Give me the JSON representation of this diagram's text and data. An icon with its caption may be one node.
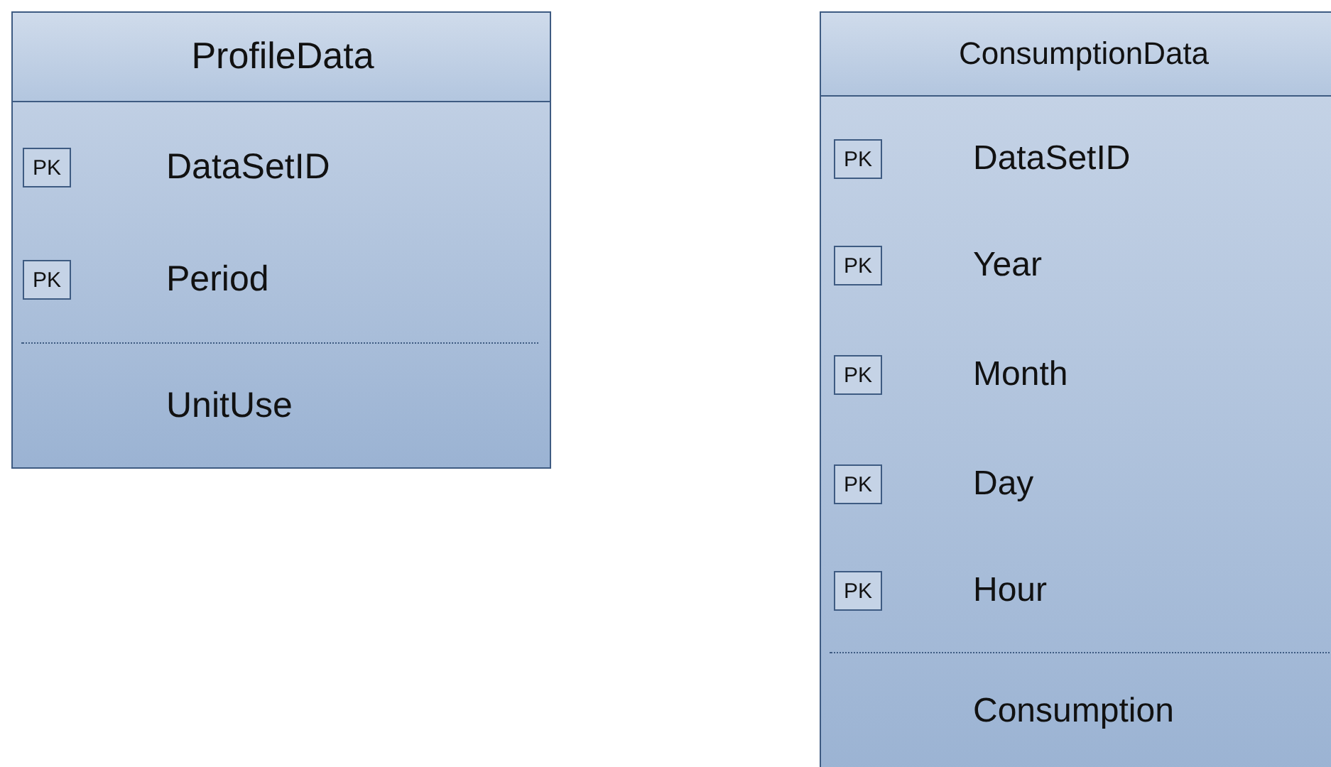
{
  "diagram": {
    "nodes": [
      {
        "text": [
          "ProfileData",
          "DataSetID",
          "Period",
          "UnitUse"
        ]
      },
      {
        "text": [
          "PK"
        ],
        "in": 0
      },
      {
        "text": [
          "PK"
        ],
        "in": 0
      },
      {
        "text": [
          "ConsumptionData",
          "DataSetID",
          "Year",
          "Month",
          "Day",
          "Hour",
          "Consumption"
        ]
      },
      {
        "text": [
          "PK"
        ],
        "in": 3
      },
      {
        "text": [
          "PK"
        ],
        "in": 3
      },
      {
        "text": [
          "PK"
        ],
        "in": 3
      },
      {
        "text": [
          "PK"
        ],
        "in": 3
      },
      {
        "text": [
          "PK"
        ],
        "in": 3
      }
    ],
    "edges": []
  }
}
